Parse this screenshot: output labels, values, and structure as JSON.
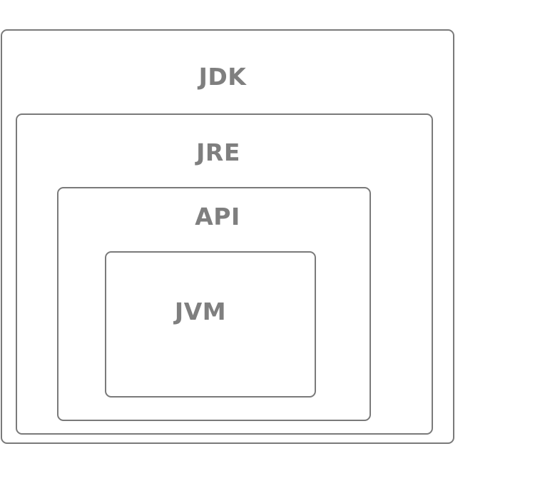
{
  "diagram": {
    "layers": [
      {
        "id": "jdk",
        "label": "JDK"
      },
      {
        "id": "jre",
        "label": "JRE"
      },
      {
        "id": "api",
        "label": "API"
      },
      {
        "id": "jvm",
        "label": "JVM"
      }
    ],
    "colors": {
      "border": "#7a7a7a",
      "text": "#7f7f7f",
      "background": "#ffffff"
    }
  }
}
